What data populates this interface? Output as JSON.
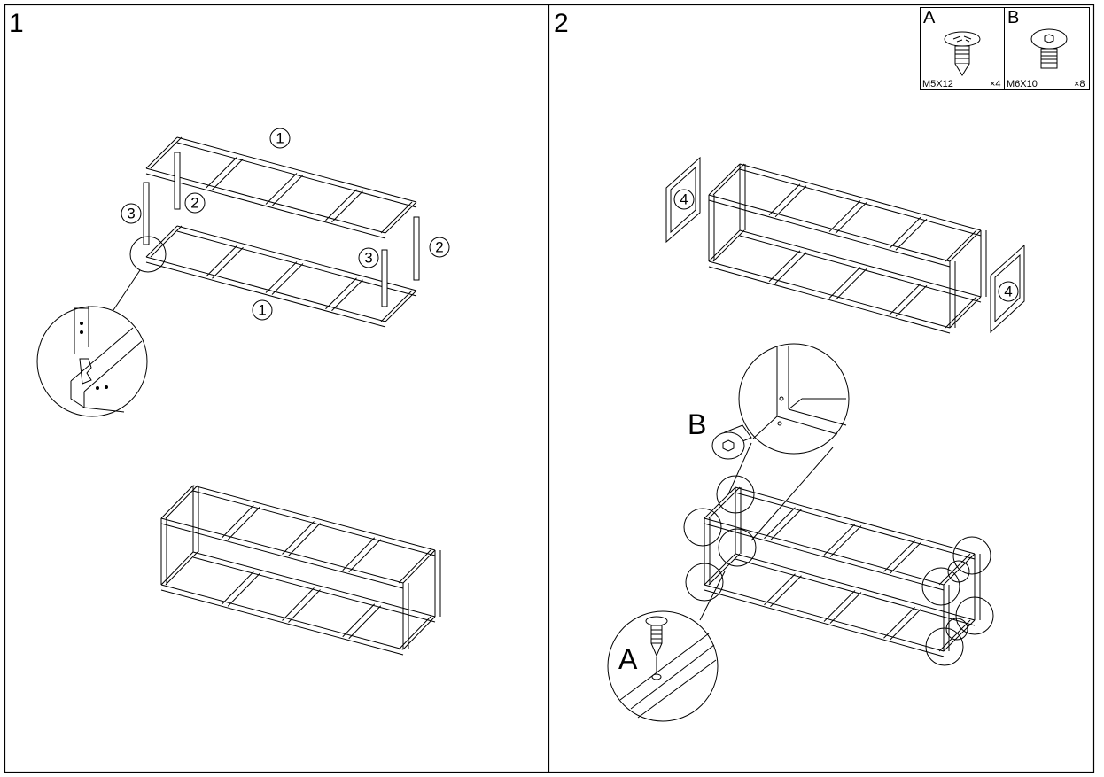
{
  "steps": [
    {
      "number": "1"
    },
    {
      "number": "2"
    }
  ],
  "step1": {
    "part_labels": [
      "1",
      "2",
      "3",
      "3",
      "2",
      "1"
    ]
  },
  "step2": {
    "hardware": [
      {
        "letter": "A",
        "size": "M5X12",
        "qty": "×4",
        "icon": "self-tapping-screw-icon"
      },
      {
        "letter": "B",
        "size": "M6X10",
        "qty": "×8",
        "icon": "hex-socket-bolt-icon"
      }
    ],
    "panel_labels": [
      "4",
      "4"
    ],
    "detail_labels": [
      "B",
      "A"
    ]
  },
  "colors": {
    "line": "#000000",
    "background": "#ffffff"
  }
}
